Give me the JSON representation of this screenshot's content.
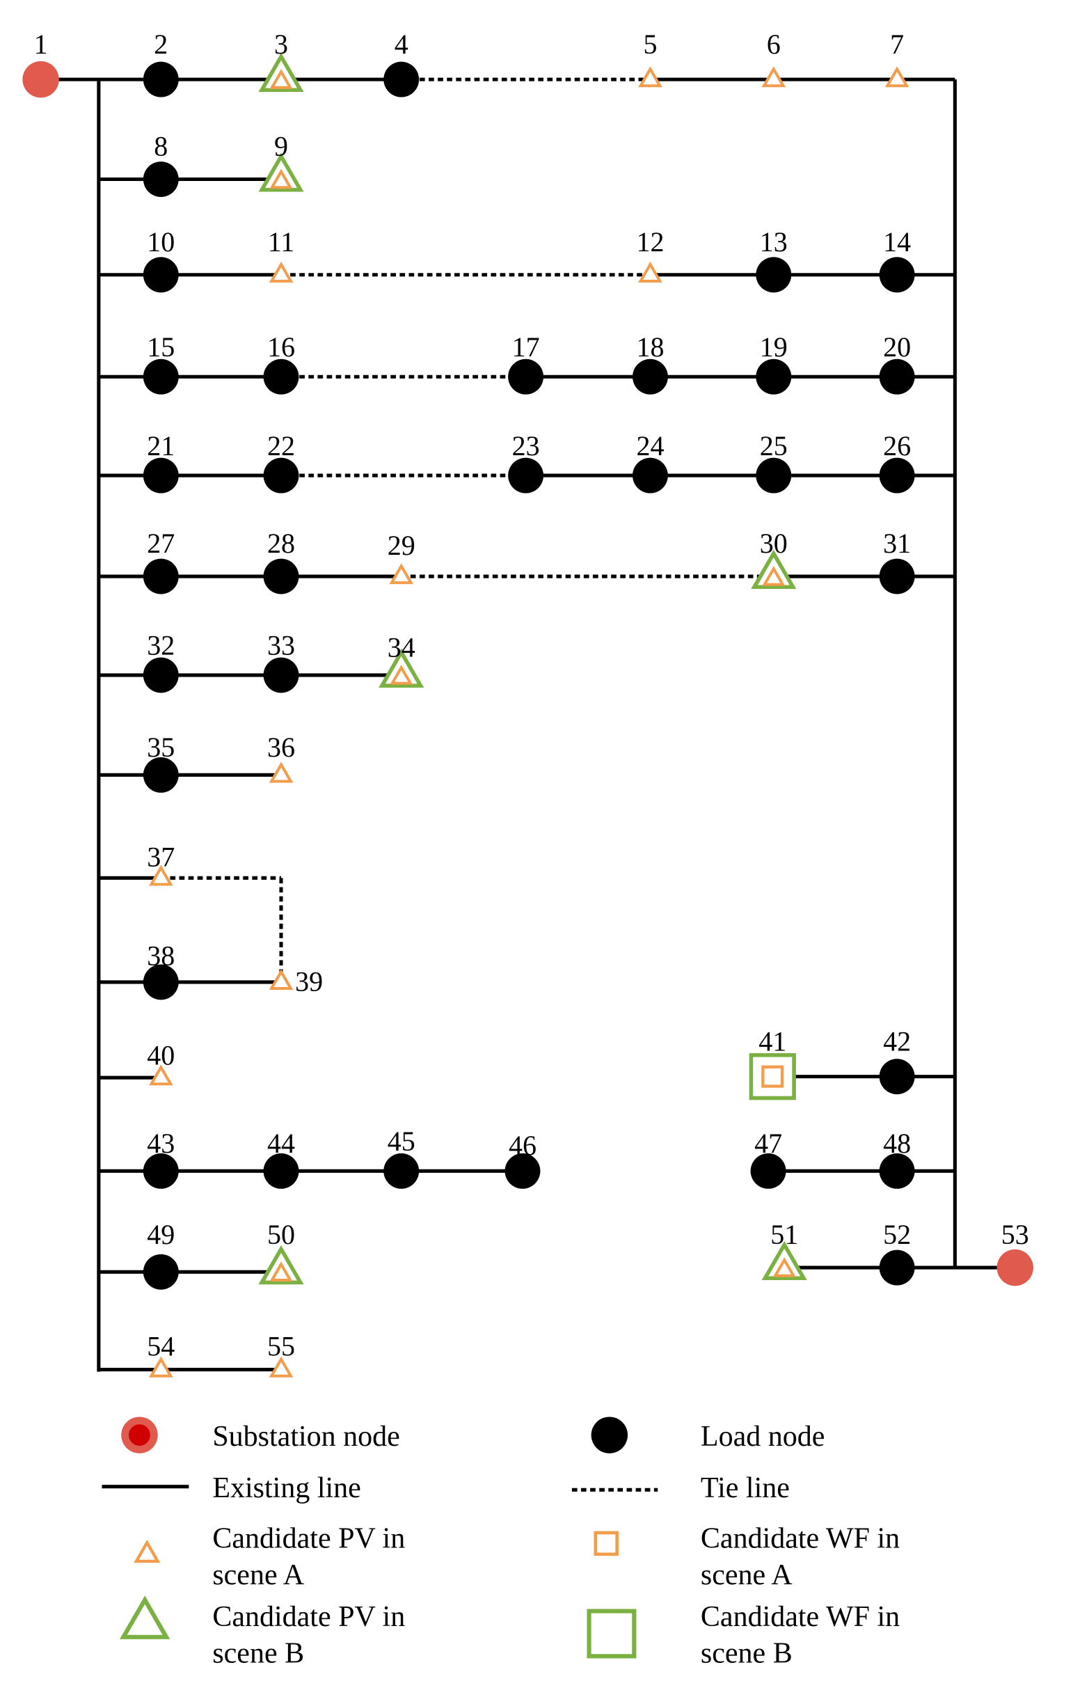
{
  "colors": {
    "substation": "#e05a4e",
    "substation_core": "#d10000",
    "load": "#000000",
    "pv_a": "#f39c4b",
    "pv_b": "#7bb043",
    "wf_a": "#f39c4b",
    "wf_b": "#7bb043",
    "line": "#000000"
  },
  "nodes": [
    {
      "id": "1",
      "kind": "substation"
    },
    {
      "id": "2",
      "kind": "load"
    },
    {
      "id": "3",
      "kind": "pv_ab"
    },
    {
      "id": "4",
      "kind": "load"
    },
    {
      "id": "5",
      "kind": "pv_a"
    },
    {
      "id": "6",
      "kind": "pv_a"
    },
    {
      "id": "7",
      "kind": "pv_a"
    },
    {
      "id": "8",
      "kind": "load"
    },
    {
      "id": "9",
      "kind": "pv_ab"
    },
    {
      "id": "10",
      "kind": "load"
    },
    {
      "id": "11",
      "kind": "pv_a"
    },
    {
      "id": "12",
      "kind": "pv_a"
    },
    {
      "id": "13",
      "kind": "load"
    },
    {
      "id": "14",
      "kind": "load"
    },
    {
      "id": "15",
      "kind": "load"
    },
    {
      "id": "16",
      "kind": "load"
    },
    {
      "id": "17",
      "kind": "load"
    },
    {
      "id": "18",
      "kind": "load"
    },
    {
      "id": "19",
      "kind": "load"
    },
    {
      "id": "20",
      "kind": "load"
    },
    {
      "id": "21",
      "kind": "load"
    },
    {
      "id": "22",
      "kind": "load"
    },
    {
      "id": "23",
      "kind": "load"
    },
    {
      "id": "24",
      "kind": "load"
    },
    {
      "id": "25",
      "kind": "load"
    },
    {
      "id": "26",
      "kind": "load"
    },
    {
      "id": "27",
      "kind": "load"
    },
    {
      "id": "28",
      "kind": "load"
    },
    {
      "id": "29",
      "kind": "pv_a"
    },
    {
      "id": "30",
      "kind": "pv_ab"
    },
    {
      "id": "31",
      "kind": "load"
    },
    {
      "id": "32",
      "kind": "load"
    },
    {
      "id": "33",
      "kind": "load"
    },
    {
      "id": "34",
      "kind": "pv_ab"
    },
    {
      "id": "35",
      "kind": "load"
    },
    {
      "id": "36",
      "kind": "pv_a"
    },
    {
      "id": "37",
      "kind": "pv_a"
    },
    {
      "id": "38",
      "kind": "load"
    },
    {
      "id": "39",
      "kind": "pv_a"
    },
    {
      "id": "40",
      "kind": "pv_a"
    },
    {
      "id": "41",
      "kind": "wf_ab"
    },
    {
      "id": "42",
      "kind": "load"
    },
    {
      "id": "43",
      "kind": "load"
    },
    {
      "id": "44",
      "kind": "load"
    },
    {
      "id": "45",
      "kind": "load"
    },
    {
      "id": "46",
      "kind": "load"
    },
    {
      "id": "47",
      "kind": "load"
    },
    {
      "id": "48",
      "kind": "load"
    },
    {
      "id": "49",
      "kind": "load"
    },
    {
      "id": "50",
      "kind": "pv_ab"
    },
    {
      "id": "51",
      "kind": "pv_ab"
    },
    {
      "id": "52",
      "kind": "load"
    },
    {
      "id": "53",
      "kind": "substation"
    },
    {
      "id": "54",
      "kind": "pv_a"
    },
    {
      "id": "55",
      "kind": "pv_a"
    }
  ],
  "legend": [
    {
      "symbol": "substation",
      "label": [
        "Substation node"
      ]
    },
    {
      "symbol": "load",
      "label": [
        "Load node"
      ]
    },
    {
      "symbol": "existing_line",
      "label": [
        "Existing line"
      ]
    },
    {
      "symbol": "tie_line",
      "label": [
        "Tie line"
      ]
    },
    {
      "symbol": "pv_a",
      "label": [
        "Candidate PV in",
        "scene A"
      ]
    },
    {
      "symbol": "wf_a",
      "label": [
        "Candidate WF in",
        "scene A"
      ]
    },
    {
      "symbol": "pv_b",
      "label": [
        "Candidate PV in",
        "scene B"
      ]
    },
    {
      "symbol": "wf_b",
      "label": [
        "Candidate WF in",
        "scene B"
      ]
    }
  ]
}
